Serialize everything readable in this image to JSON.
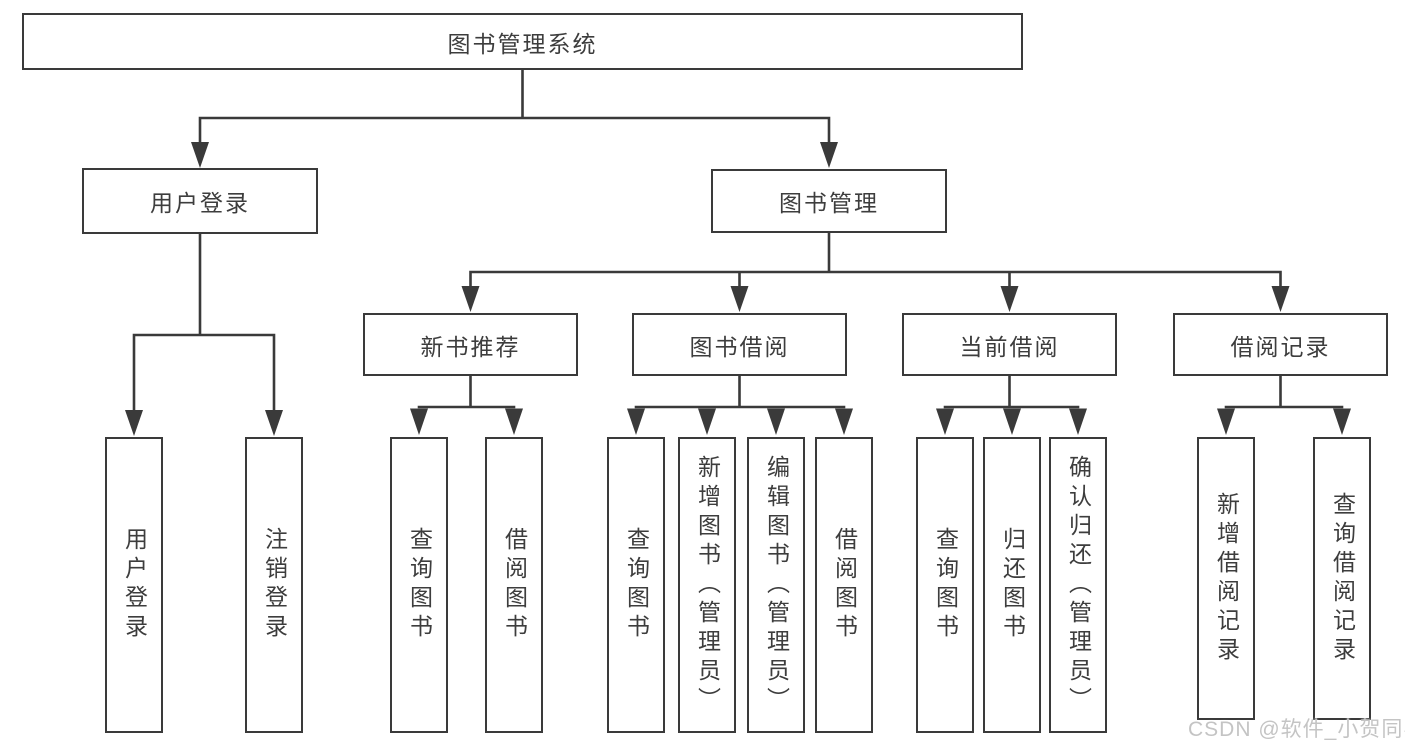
{
  "diagram": {
    "root": {
      "label": "图书管理系统"
    },
    "level1": {
      "user_login": "用户登录",
      "book_management": "图书管理"
    },
    "level2": {
      "new_book_recommend": "新书推荐",
      "book_borrow": "图书借阅",
      "current_borrow": "当前借阅",
      "borrow_records": "借阅记录"
    },
    "leaves": {
      "login": "用户登录",
      "logout": "注销登录",
      "nbr_query_books": "查询图书",
      "nbr_borrow_books": "借阅图书",
      "bb_query_books": "查询图书",
      "bb_add_books_admin": "新增图书（管理员）",
      "bb_edit_books_admin": "编辑图书（管理员）",
      "bb_borrow_books": "借阅图书",
      "cb_query_books": "查询图书",
      "cb_return_books": "归还图书",
      "cb_confirm_return_admin": "确认归还（管理员）",
      "br_add_record": "新增借阅记录",
      "br_query_record": "查询借阅记录"
    },
    "watermark": "CSDN @软件_小贺同学"
  },
  "colors": {
    "line": "#3a3a3a",
    "text": "#3d3d3d",
    "watermark": "#c4c4c4",
    "background": "#ffffff"
  }
}
